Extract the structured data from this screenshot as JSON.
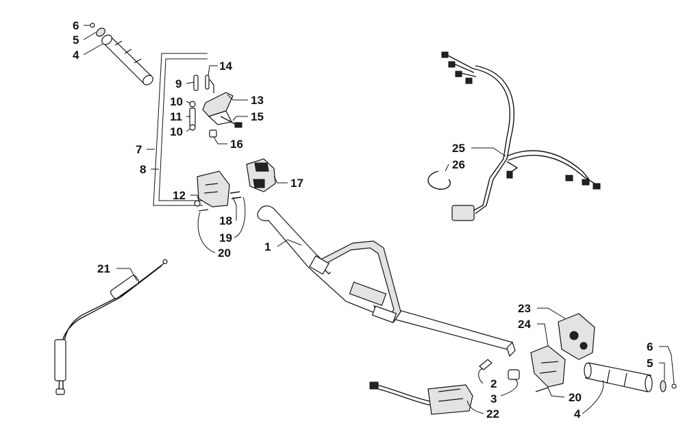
{
  "callouts": [
    {
      "id": "c6a",
      "text": "6"
    },
    {
      "id": "c5a",
      "text": "5"
    },
    {
      "id": "c4a",
      "text": "4"
    },
    {
      "id": "c14",
      "text": "14"
    },
    {
      "id": "c9",
      "text": "9"
    },
    {
      "id": "c13",
      "text": "13"
    },
    {
      "id": "c10a",
      "text": "10"
    },
    {
      "id": "c11",
      "text": "11"
    },
    {
      "id": "c15",
      "text": "15"
    },
    {
      "id": "c10b",
      "text": "10"
    },
    {
      "id": "c16",
      "text": "16"
    },
    {
      "id": "c7",
      "text": "7"
    },
    {
      "id": "c8",
      "text": "8"
    },
    {
      "id": "c17",
      "text": "17"
    },
    {
      "id": "c12",
      "text": "12"
    },
    {
      "id": "c18",
      "text": "18"
    },
    {
      "id": "c19",
      "text": "19"
    },
    {
      "id": "c20a",
      "text": "20"
    },
    {
      "id": "c1",
      "text": "1"
    },
    {
      "id": "c21",
      "text": "21"
    },
    {
      "id": "c25",
      "text": "25"
    },
    {
      "id": "c26",
      "text": "26"
    },
    {
      "id": "c23",
      "text": "23"
    },
    {
      "id": "c24",
      "text": "24"
    },
    {
      "id": "c6b",
      "text": "6"
    },
    {
      "id": "c5b",
      "text": "5"
    },
    {
      "id": "c2",
      "text": "2"
    },
    {
      "id": "c3",
      "text": "3"
    },
    {
      "id": "c20b",
      "text": "20"
    },
    {
      "id": "c4b",
      "text": "4"
    },
    {
      "id": "c22",
      "text": "22"
    }
  ]
}
